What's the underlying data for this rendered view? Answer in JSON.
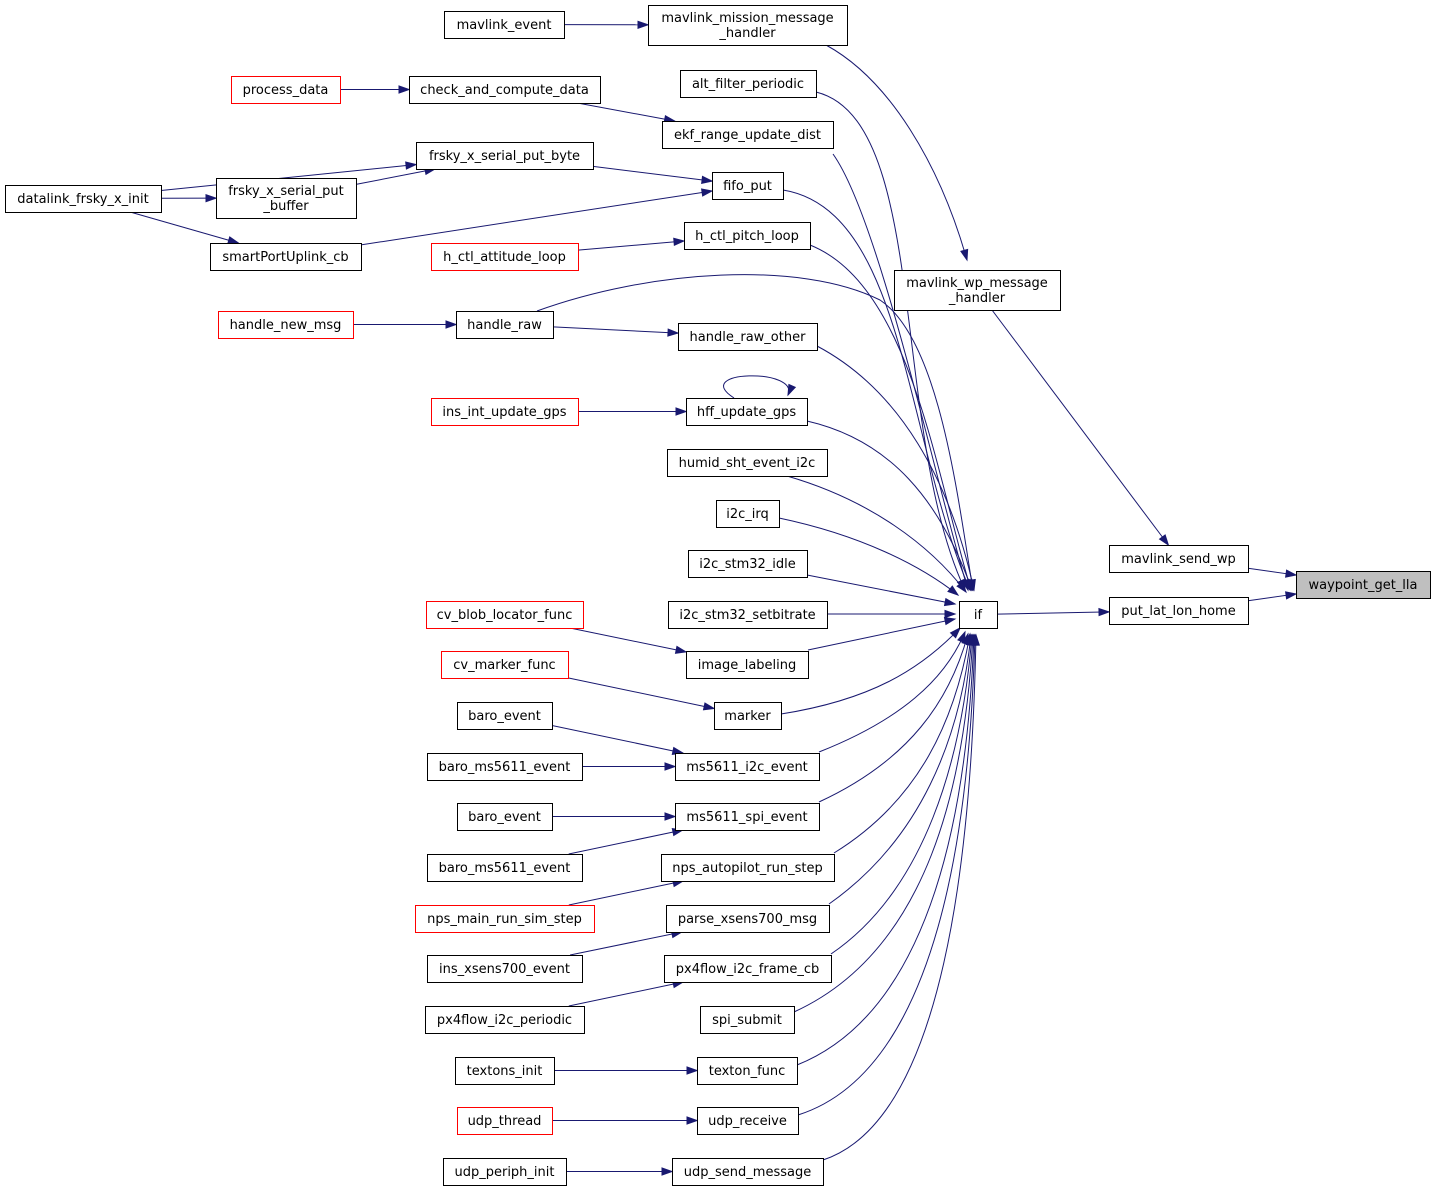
{
  "nodes": {
    "mavlink_event": {
      "lines": [
        "mavlink_event"
      ],
      "style": "normal"
    },
    "mavlink_mission_message_handler": {
      "lines": [
        "mavlink_mission_message",
        "_handler"
      ],
      "style": "normal"
    },
    "process_data": {
      "lines": [
        "process_data"
      ],
      "style": "red"
    },
    "check_and_compute_data": {
      "lines": [
        "check_and_compute_data"
      ],
      "style": "normal"
    },
    "alt_filter_periodic": {
      "lines": [
        "alt_filter_periodic"
      ],
      "style": "normal"
    },
    "ekf_range_update_dist": {
      "lines": [
        "ekf_range_update_dist"
      ],
      "style": "normal"
    },
    "frsky_x_serial_put_byte": {
      "lines": [
        "frsky_x_serial_put_byte"
      ],
      "style": "normal"
    },
    "datalink_frsky_x_init": {
      "lines": [
        "datalink_frsky_x_init"
      ],
      "style": "normal"
    },
    "frsky_x_serial_put_buffer": {
      "lines": [
        "frsky_x_serial_put",
        "_buffer"
      ],
      "style": "normal"
    },
    "fifo_put": {
      "lines": [
        "fifo_put"
      ],
      "style": "normal"
    },
    "smartPortUplink_cb": {
      "lines": [
        "smartPortUplink_cb"
      ],
      "style": "normal"
    },
    "h_ctl_attitude_loop": {
      "lines": [
        "h_ctl_attitude_loop"
      ],
      "style": "red"
    },
    "h_ctl_pitch_loop": {
      "lines": [
        "h_ctl_pitch_loop"
      ],
      "style": "normal"
    },
    "mavlink_wp_message_handler": {
      "lines": [
        "mavlink_wp_message",
        "_handler"
      ],
      "style": "normal"
    },
    "handle_new_msg": {
      "lines": [
        "handle_new_msg"
      ],
      "style": "red"
    },
    "handle_raw": {
      "lines": [
        "handle_raw"
      ],
      "style": "normal"
    },
    "handle_raw_other": {
      "lines": [
        "handle_raw_other"
      ],
      "style": "normal"
    },
    "ins_int_update_gps": {
      "lines": [
        "ins_int_update_gps"
      ],
      "style": "red"
    },
    "hff_update_gps": {
      "lines": [
        "hff_update_gps"
      ],
      "style": "normal"
    },
    "humid_sht_event_i2c": {
      "lines": [
        "humid_sht_event_i2c"
      ],
      "style": "normal"
    },
    "i2c_irq": {
      "lines": [
        "i2c_irq"
      ],
      "style": "normal"
    },
    "i2c_stm32_idle": {
      "lines": [
        "i2c_stm32_idle"
      ],
      "style": "normal"
    },
    "mavlink_send_wp": {
      "lines": [
        "mavlink_send_wp"
      ],
      "style": "normal"
    },
    "waypoint_get_lla": {
      "lines": [
        "waypoint_get_lla"
      ],
      "style": "focus"
    },
    "cv_blob_locator_func": {
      "lines": [
        "cv_blob_locator_func"
      ],
      "style": "red"
    },
    "i2c_stm32_setbitrate": {
      "lines": [
        "i2c_stm32_setbitrate"
      ],
      "style": "normal"
    },
    "if": {
      "lines": [
        "if"
      ],
      "style": "normal"
    },
    "put_lat_lon_home": {
      "lines": [
        "put_lat_lon_home"
      ],
      "style": "normal"
    },
    "cv_marker_func": {
      "lines": [
        "cv_marker_func"
      ],
      "style": "red"
    },
    "image_labeling": {
      "lines": [
        "image_labeling"
      ],
      "style": "normal"
    },
    "marker": {
      "lines": [
        "marker"
      ],
      "style": "normal"
    },
    "baro_event_1": {
      "lines": [
        "baro_event"
      ],
      "style": "normal"
    },
    "baro_ms5611_event_1": {
      "lines": [
        "baro_ms5611_event"
      ],
      "style": "normal"
    },
    "ms5611_i2c_event": {
      "lines": [
        "ms5611_i2c_event"
      ],
      "style": "normal"
    },
    "baro_event_2": {
      "lines": [
        "baro_event"
      ],
      "style": "normal"
    },
    "ms5611_spi_event": {
      "lines": [
        "ms5611_spi_event"
      ],
      "style": "normal"
    },
    "baro_ms5611_event_2": {
      "lines": [
        "baro_ms5611_event"
      ],
      "style": "normal"
    },
    "nps_autopilot_run_step": {
      "lines": [
        "nps_autopilot_run_step"
      ],
      "style": "normal"
    },
    "nps_main_run_sim_step": {
      "lines": [
        "nps_main_run_sim_step"
      ],
      "style": "red"
    },
    "parse_xsens700_msg": {
      "lines": [
        "parse_xsens700_msg"
      ],
      "style": "normal"
    },
    "ins_xsens700_event": {
      "lines": [
        "ins_xsens700_event"
      ],
      "style": "normal"
    },
    "px4flow_i2c_frame_cb": {
      "lines": [
        "px4flow_i2c_frame_cb"
      ],
      "style": "normal"
    },
    "px4flow_i2c_periodic": {
      "lines": [
        "px4flow_i2c_periodic"
      ],
      "style": "normal"
    },
    "spi_submit": {
      "lines": [
        "spi_submit"
      ],
      "style": "normal"
    },
    "textons_init": {
      "lines": [
        "textons_init"
      ],
      "style": "normal"
    },
    "texton_func": {
      "lines": [
        "texton_func"
      ],
      "style": "normal"
    },
    "udp_thread": {
      "lines": [
        "udp_thread"
      ],
      "style": "red"
    },
    "udp_receive": {
      "lines": [
        "udp_receive"
      ],
      "style": "normal"
    },
    "udp_periph_init": {
      "lines": [
        "udp_periph_init"
      ],
      "style": "normal"
    },
    "udp_send_message": {
      "lines": [
        "udp_send_message"
      ],
      "style": "normal"
    }
  },
  "edges": [
    [
      "mavlink_event",
      "mavlink_mission_message_handler"
    ],
    [
      "mavlink_mission_message_handler",
      "mavlink_wp_message_handler"
    ],
    [
      "process_data",
      "check_and_compute_data"
    ],
    [
      "check_and_compute_data",
      "ekf_range_update_dist"
    ],
    [
      "datalink_frsky_x_init",
      "frsky_x_serial_put_byte"
    ],
    [
      "datalink_frsky_x_init",
      "frsky_x_serial_put_buffer"
    ],
    [
      "datalink_frsky_x_init",
      "smartPortUplink_cb"
    ],
    [
      "frsky_x_serial_put_buffer",
      "frsky_x_serial_put_byte"
    ],
    [
      "frsky_x_serial_put_byte",
      "fifo_put"
    ],
    [
      "smartPortUplink_cb",
      "fifo_put"
    ],
    [
      "h_ctl_attitude_loop",
      "h_ctl_pitch_loop"
    ],
    [
      "handle_new_msg",
      "handle_raw"
    ],
    [
      "handle_raw",
      "handle_raw_other"
    ],
    [
      "handle_raw",
      "if"
    ],
    [
      "ins_int_update_gps",
      "hff_update_gps"
    ],
    [
      "hff_update_gps",
      "hff_update_gps"
    ],
    [
      "cv_blob_locator_func",
      "image_labeling"
    ],
    [
      "cv_marker_func",
      "marker"
    ],
    [
      "baro_event_1",
      "ms5611_i2c_event"
    ],
    [
      "baro_ms5611_event_1",
      "ms5611_i2c_event"
    ],
    [
      "baro_event_2",
      "ms5611_spi_event"
    ],
    [
      "baro_ms5611_event_2",
      "ms5611_spi_event"
    ],
    [
      "nps_main_run_sim_step",
      "nps_autopilot_run_step"
    ],
    [
      "ins_xsens700_event",
      "parse_xsens700_msg"
    ],
    [
      "px4flow_i2c_periodic",
      "px4flow_i2c_frame_cb"
    ],
    [
      "textons_init",
      "texton_func"
    ],
    [
      "udp_thread",
      "udp_receive"
    ],
    [
      "udp_periph_init",
      "udp_send_message"
    ],
    [
      "alt_filter_periodic",
      "if"
    ],
    [
      "ekf_range_update_dist",
      "if"
    ],
    [
      "fifo_put",
      "if"
    ],
    [
      "h_ctl_pitch_loop",
      "if"
    ],
    [
      "handle_raw_other",
      "if"
    ],
    [
      "hff_update_gps",
      "if"
    ],
    [
      "humid_sht_event_i2c",
      "if"
    ],
    [
      "i2c_irq",
      "if"
    ],
    [
      "i2c_stm32_idle",
      "if"
    ],
    [
      "i2c_stm32_setbitrate",
      "if"
    ],
    [
      "image_labeling",
      "if"
    ],
    [
      "marker",
      "if"
    ],
    [
      "ms5611_i2c_event",
      "if"
    ],
    [
      "ms5611_spi_event",
      "if"
    ],
    [
      "nps_autopilot_run_step",
      "if"
    ],
    [
      "parse_xsens700_msg",
      "if"
    ],
    [
      "px4flow_i2c_frame_cb",
      "if"
    ],
    [
      "spi_submit",
      "if"
    ],
    [
      "texton_func",
      "if"
    ],
    [
      "udp_receive",
      "if"
    ],
    [
      "udp_send_message",
      "if"
    ],
    [
      "mavlink_wp_message_handler",
      "mavlink_send_wp"
    ],
    [
      "if",
      "put_lat_lon_home"
    ],
    [
      "mavlink_send_wp",
      "waypoint_get_lla"
    ],
    [
      "put_lat_lon_home",
      "waypoint_get_lla"
    ]
  ],
  "colors": {
    "edge": "#191970",
    "border": "#000000",
    "border_highlight": "#ff0000",
    "focus_fill": "#bfbfbf"
  }
}
